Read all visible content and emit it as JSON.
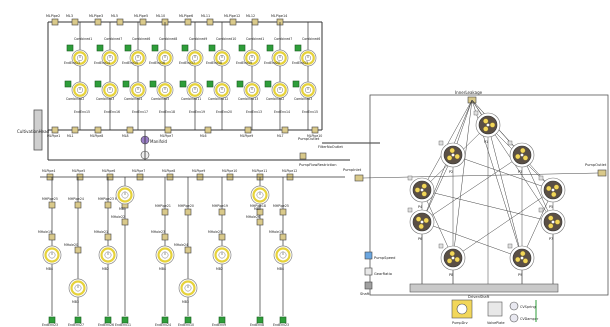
{
  "colors": {
    "wire": "#333333",
    "node_fill": "#d9c98a",
    "end_fill": "#2e9e3a",
    "ring": "#e6d23a",
    "chamber": "#5a4f45",
    "pump_tan": "#f2d75a",
    "label": "#222222"
  },
  "top_section": {
    "top_row_labels": [
      "MLPipe2",
      "ML3",
      "MLPipe3",
      "ML5",
      "MLPipe5",
      "ML10",
      "MLPipe6",
      "ML11",
      "MLPipe12",
      "ML12",
      "MLPipe14"
    ],
    "upper_ring_labels": [
      "Combined1",
      "Combined7",
      "Combined6",
      "Combined8",
      "Combined9",
      "Combined10"
    ],
    "mid_ring_labels": [
      "EndEnv13",
      "EndEnv14",
      "EndEnv15",
      "EndEnv16",
      "EndEnv17",
      "EndEnv18",
      "EndEnv19",
      "EndEnv20"
    ],
    "lower_ring_labels": [
      "Combined2",
      "Combined3",
      "Combined4",
      "Combined5",
      "Combined11",
      "Combined12",
      "Combined13"
    ],
    "bottom_labels": [
      "EndEnv19",
      "EndEnv20",
      "EndEnv21",
      "EndEnv22"
    ],
    "collector_labels": [
      "MLPipe1",
      "ML1",
      "MLPipe8",
      "ML8",
      "MLPipe7",
      "ML6",
      "MLPipe9",
      "ML7",
      "MLPipe10"
    ],
    "left_block_label": "CultivationHead",
    "manifold_label": "Manifold",
    "right_labels": [
      "PumpOutlet",
      "FilterNoOutlet",
      "PumpFlowRestriction",
      "Pump1Outlet",
      "PumpPipe",
      "Pump1Pipe"
    ]
  },
  "bottom_section": {
    "header_labels": [
      "MLPipe4",
      "MLPipe5",
      "MLPipe6",
      "MLPipe7",
      "MLPipe8",
      "MLPipe9",
      "MLPipe10",
      "MLPipe11",
      "MLPipe12",
      "PumpInlet"
    ],
    "pipe_labels": [
      "MHPipe25",
      "MHPipe24",
      "MHPipe23",
      "MHPipe22",
      "MHPipe21",
      "MHPipe20",
      "MHPipe19",
      "MHPipe18"
    ],
    "hole_labels": [
      "MHole19",
      "MHole20",
      "MHole21",
      "MHole22",
      "MHole23",
      "MHole24",
      "MHole25",
      "MHole26"
    ],
    "spool_labels": [
      "MB4",
      "MB3",
      "MB2",
      "MB1"
    ],
    "end_labels": [
      "EndEnv23",
      "EndEnv27",
      "EndEnv26",
      "EndEnv11",
      "EndEnv24",
      "EndEnv10",
      "EndEnv9",
      "EndEnv8"
    ]
  },
  "pump_diagram": {
    "inner_leak_label": "InnerLeakage",
    "inlet_label": "PumpInlet",
    "outlet_label": "PumpOutlet",
    "chamber_labels": [
      "P1",
      "P2",
      "P3",
      "P4",
      "P5",
      "P6",
      "P7",
      "P8",
      "P9"
    ],
    "driven_label": "DrivenShaft",
    "pump_speed_label": "PumpSpeed",
    "gear_ratio_label": "GearRatio",
    "shaft_label": "Shaft",
    "legend_labels": [
      "PumpDrv",
      "ValvePlate",
      "CVSpring",
      "CVDamper"
    ]
  }
}
